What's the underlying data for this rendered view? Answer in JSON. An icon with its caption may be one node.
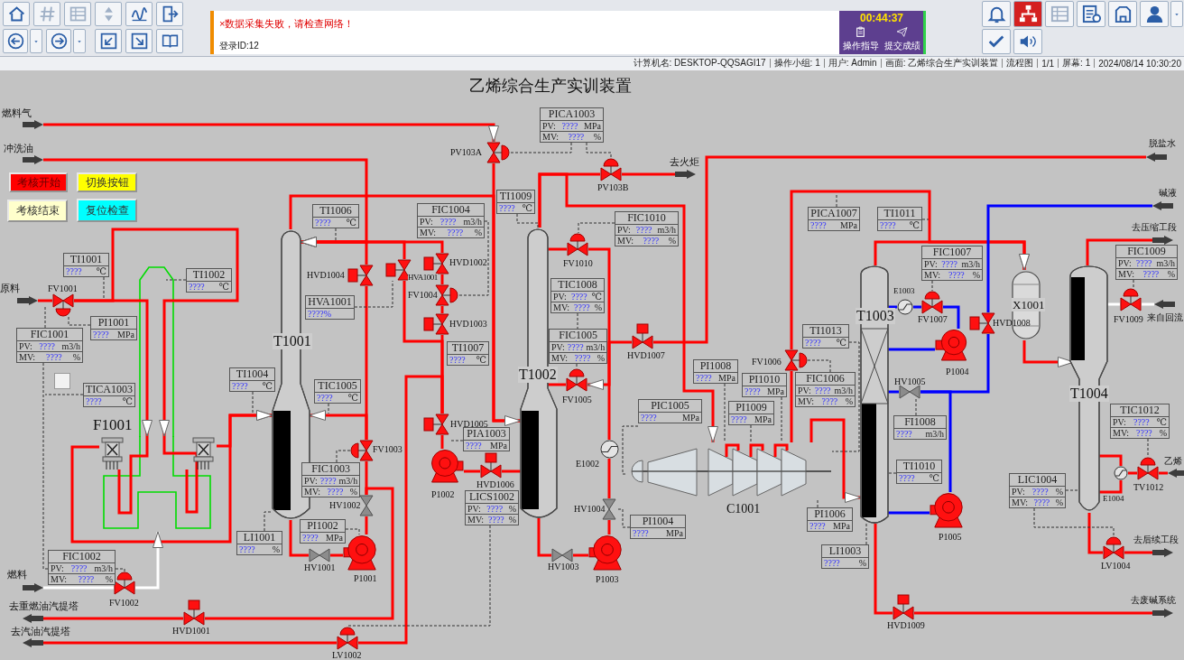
{
  "diagram": {
    "title": "乙烯综合生产实训装置",
    "nodes": [
      {
        "text": [
          "考核开始"
        ]
      },
      {
        "text": [
          "切换按钮"
        ]
      },
      {
        "text": [
          "考核结束"
        ]
      },
      {
        "text": [
          "复位检查"
        ]
      },
      {
        "text": [],
        "shape": "arrow",
        "beside": [
          "燃料气"
        ]
      },
      {
        "text": [],
        "shape": "arrow",
        "beside": [
          "冲洗油"
        ]
      },
      {
        "text": [],
        "shape": "arrow",
        "beside": [
          "原料"
        ]
      },
      {
        "text": [],
        "shape": "arrow",
        "beside": [
          "燃料"
        ]
      },
      {
        "text": [],
        "shape": "arrow",
        "beside": [
          "去重燃油汽提塔"
        ]
      },
      {
        "text": [],
        "shape": "arrow",
        "beside": [
          "去汽油汽提塔"
        ]
      },
      {
        "text": [],
        "shape": "arrow",
        "beside": [
          "去火炬"
        ]
      },
      {
        "text": [],
        "shape": "arrow",
        "beside": [
          "脱盐水"
        ]
      },
      {
        "text": [],
        "shape": "arrow",
        "beside": [
          "碱液"
        ]
      },
      {
        "text": [],
        "shape": "arrow",
        "beside": [
          "去压缩工段"
        ]
      },
      {
        "text": [],
        "shape": "arrow",
        "beside": [
          "来自回流"
        ]
      },
      {
        "text": [],
        "shape": "arrow",
        "beside": [
          "乙烯"
        ]
      },
      {
        "text": [],
        "shape": "arrow",
        "beside": [
          "去后续工段"
        ]
      },
      {
        "text": [],
        "shape": "arrow",
        "beside": [
          "去废碱系统"
        ]
      },
      {
        "text": [],
        "shape": "furnace",
        "beside": [
          "F1001"
        ]
      },
      {
        "text": [
          "T1001"
        ]
      },
      {
        "text": [
          "T1002"
        ]
      },
      {
        "text": [],
        "shape": "compressor",
        "beside": [
          "C1001"
        ]
      },
      {
        "text": [
          "T1003"
        ]
      },
      {
        "text": [
          "X1001"
        ]
      },
      {
        "text": [
          "T1004"
        ]
      },
      {
        "text": [],
        "shape": "pump",
        "beside": [
          "P1001"
        ]
      },
      {
        "text": [],
        "shape": "pump",
        "beside": [
          "P1002"
        ]
      },
      {
        "text": [],
        "shape": "pump",
        "beside": [
          "P1003"
        ]
      },
      {
        "text": [],
        "shape": "pump",
        "beside": [
          "P1004"
        ]
      },
      {
        "text": [],
        "shape": "pump",
        "beside": [
          "P1005"
        ]
      },
      {
        "text": [],
        "shape": "exchanger",
        "beside": [
          "E1002"
        ]
      },
      {
        "text": [],
        "shape": "exchanger",
        "beside": [
          "E1003"
        ]
      },
      {
        "text": [],
        "shape": "exchanger"
      },
      {
        "text": [],
        "shape": "valve",
        "beside": [
          "FV1001"
        ]
      },
      {
        "text": [],
        "shape": "valve",
        "beside": [
          "FV1002"
        ]
      },
      {
        "text": [],
        "shape": "valve",
        "beside": [
          "HVD1001"
        ]
      },
      {
        "text": [],
        "shape": "valve",
        "beside": [
          "LV1002"
        ]
      },
      {
        "text": [],
        "shape": "valve",
        "beside": [
          "HVD1004"
        ]
      },
      {
        "text": [],
        "shape": "valve",
        "beside": [
          "FV1003"
        ]
      },
      {
        "text": [],
        "shape": "valve",
        "beside": [
          "HV1002"
        ]
      },
      {
        "text": [],
        "shape": "valve",
        "beside": [
          "HV1001"
        ]
      },
      {
        "text": [],
        "shape": "valve",
        "beside": [
          "HVA1001"
        ]
      },
      {
        "text": [],
        "shape": "valve",
        "beside": [
          "HVD1002"
        ]
      },
      {
        "text": [],
        "shape": "valve",
        "beside": [
          "FV1004"
        ]
      },
      {
        "text": [],
        "shape": "valve",
        "beside": [
          "HVD1003"
        ]
      },
      {
        "text": [],
        "shape": "valve",
        "beside": [
          "HVD1005"
        ]
      },
      {
        "text": [],
        "shape": "valve",
        "beside": [
          "HVD1006"
        ]
      },
      {
        "text": [],
        "shape": "valve",
        "beside": [
          "PV103A"
        ]
      },
      {
        "text": [],
        "shape": "valve",
        "beside": [
          "PV103B"
        ]
      },
      {
        "text": [],
        "shape": "valve",
        "beside": [
          "FV1010"
        ]
      },
      {
        "text": [],
        "shape": "valve",
        "beside": [
          "FV1005"
        ]
      },
      {
        "text": [],
        "shape": "valve",
        "beside": [
          "HVD1007"
        ]
      },
      {
        "text": [],
        "shape": "valve",
        "beside": [
          "HV1004"
        ]
      },
      {
        "text": [],
        "shape": "valve",
        "beside": [
          "HV1003"
        ]
      },
      {
        "text": [],
        "shape": "valve",
        "beside": [
          "FV1006"
        ]
      },
      {
        "text": [],
        "shape": "valve",
        "beside": [
          "FV1007"
        ]
      },
      {
        "text": [],
        "shape": "valve",
        "beside": [
          "HVD1008"
        ]
      },
      {
        "text": [],
        "shape": "valve",
        "beside": [
          "HV1005"
        ]
      },
      {
        "text": [],
        "shape": "valve",
        "beside": [
          "FV1009"
        ]
      },
      {
        "text": [],
        "shape": "valve",
        "beside": [
          "TV1012"
        ]
      },
      {
        "text": [],
        "shape": "valve",
        "beside": [
          "LV1004"
        ]
      },
      {
        "text": [],
        "shape": "valve",
        "beside": [
          "HVD1009"
        ]
      },
      {
        "text": [
          "TI1001",
          "????",
          "℃"
        ]
      },
      {
        "text": [
          "TI1002",
          "????",
          "℃"
        ]
      },
      {
        "text": [
          "FIC1001",
          "PV:",
          "????",
          "m3/h",
          "MV:",
          "????",
          "%"
        ]
      },
      {
        "text": [
          "PI1001",
          "????",
          "MPa"
        ]
      },
      {
        "text": [
          "TICA1003",
          "????",
          "℃"
        ]
      },
      {
        "text": [
          "FIC1002",
          "PV:",
          "????",
          "m3/h",
          "MV:",
          "????",
          "%"
        ]
      },
      {
        "text": [
          "TI1006",
          "????",
          "℃"
        ]
      },
      {
        "text": [
          "HVA1001",
          "????%"
        ]
      },
      {
        "text": [
          "FIC1004",
          "PV:",
          "????",
          "m3/h",
          "MV:",
          "????",
          "%"
        ]
      },
      {
        "text": [
          "TI1004",
          "????",
          "℃"
        ]
      },
      {
        "text": [
          "TIC1005",
          "????",
          "℃"
        ]
      },
      {
        "text": [
          "FIC1003",
          "PV:",
          "????",
          "m3/h",
          "MV:",
          "????",
          "%"
        ]
      },
      {
        "text": [
          "PI1002",
          "????",
          "MPa"
        ]
      },
      {
        "text": [
          "LI1001",
          "????",
          "%"
        ]
      },
      {
        "text": [
          "TI1007",
          "????",
          "℃"
        ]
      },
      {
        "text": [
          "PIA1003",
          "????",
          "MPa"
        ]
      },
      {
        "text": [
          "LICS1002",
          "PV:",
          "????",
          "%",
          "MV:",
          "????",
          "%"
        ]
      },
      {
        "text": [
          "PICA1003",
          "PV:",
          "????",
          "MPa",
          "MV:",
          "????",
          "%"
        ]
      },
      {
        "text": [
          "TI1009",
          "????",
          "℃"
        ]
      },
      {
        "text": [
          "FIC1010",
          "PV:",
          "????",
          "m3/h",
          "MV:",
          "????",
          "%"
        ]
      },
      {
        "text": [
          "TIC1008",
          "PV:",
          "????",
          "℃",
          "MV:",
          "????",
          "%"
        ]
      },
      {
        "text": [
          "FIC1005",
          "PV:",
          "????",
          "m3/h",
          "MV:",
          "????",
          "%"
        ]
      },
      {
        "text": [
          "PI1008",
          "????",
          "MPa"
        ]
      },
      {
        "text": [
          "PI1010",
          "????",
          "MPa"
        ]
      },
      {
        "text": [
          "PIC1005",
          "????",
          "MPa"
        ]
      },
      {
        "text": [
          "PI1009",
          "????",
          "MPa"
        ]
      },
      {
        "text": [
          "PI1004",
          "????",
          "MPa"
        ]
      },
      {
        "text": [
          "PICA1007",
          "????",
          "MPa"
        ]
      },
      {
        "text": [
          "TI1011",
          "????",
          "℃"
        ]
      },
      {
        "text": [
          "FIC1007",
          "PV:",
          "????",
          "m3/h",
          "MV:",
          "????",
          "%"
        ]
      },
      {
        "text": [
          "TI1013",
          "????",
          "℃"
        ]
      },
      {
        "text": [
          "FIC1006",
          "PV:",
          "????",
          "m3/h",
          "MV:",
          "????",
          "%"
        ]
      },
      {
        "text": [
          "FI1008",
          "????",
          "m3/h"
        ]
      },
      {
        "text": [
          "TI1010",
          "????",
          "℃"
        ]
      },
      {
        "text": [
          "PI1006",
          "????",
          "MPa"
        ]
      },
      {
        "text": [
          "LI1003",
          "????",
          "%"
        ]
      },
      {
        "text": [
          "FIC1009",
          "PV:",
          "????",
          "m3/h",
          "MV:",
          "????",
          "%"
        ]
      },
      {
        "text": [
          "TIC1012",
          "PV:",
          "????",
          "℃",
          "MV:",
          "????",
          "%"
        ]
      },
      {
        "text": [
          "LIC1004",
          "PV:",
          "????",
          "%",
          "MV:",
          "????",
          "%"
        ]
      }
    ],
    "edges": [
      {
        "from": 4,
        "to": 47,
        "arrow": "to"
      },
      {
        "from": 47,
        "to": 20,
        "arrow": "none"
      },
      {
        "from": 19,
        "to": 20,
        "arrow": "to"
      },
      {
        "from": 5,
        "to": 19,
        "arrow": "to"
      },
      {
        "from": 37,
        "to": 19,
        "arrow": "to"
      },
      {
        "from": 38,
        "to": 37,
        "arrow": "none"
      },
      {
        "from": 38,
        "to": 19,
        "arrow": "to"
      },
      {
        "from": 39,
        "to": 38,
        "arrow": "none"
      },
      {
        "from": 25,
        "to": 39,
        "arrow": "none"
      },
      {
        "from": 19,
        "to": 40,
        "arrow": "none"
      },
      {
        "from": 40,
        "to": 25,
        "arrow": "none"
      },
      {
        "from": 39,
        "to": 35,
        "arrow": "none"
      },
      {
        "from": 35,
        "to": 8,
        "arrow": "none"
      },
      {
        "from": 36,
        "to": 9,
        "arrow": "none"
      },
      {
        "from": 45,
        "to": 36,
        "arrow": "none"
      },
      {
        "from": 26,
        "to": 45,
        "arrow": "none"
      },
      {
        "from": 45,
        "to": 44,
        "arrow": "none"
      },
      {
        "from": 44,
        "to": 43,
        "arrow": "none"
      },
      {
        "from": 43,
        "to": 42,
        "arrow": "none"
      },
      {
        "from": 42,
        "to": 19,
        "arrow": "to"
      },
      {
        "from": 45,
        "to": 41,
        "arrow": "none"
      },
      {
        "from": 41,
        "to": 19,
        "arrow": "to"
      },
      {
        "from": 20,
        "to": 46,
        "arrow": "none"
      },
      {
        "from": 46,
        "to": 26,
        "arrow": "none"
      },
      {
        "from": 20,
        "to": 48,
        "arrow": "none"
      },
      {
        "from": 48,
        "to": 10,
        "arrow": "none"
      },
      {
        "from": 20,
        "to": 21,
        "arrow": "to"
      },
      {
        "from": 11,
        "to": 51,
        "arrow": "none"
      },
      {
        "from": 51,
        "to": 50,
        "arrow": "to"
      },
      {
        "from": 50,
        "to": 20,
        "arrow": "none"
      },
      {
        "from": 30,
        "to": 49,
        "arrow": "none"
      },
      {
        "from": 49,
        "to": 20,
        "arrow": "none"
      },
      {
        "from": 52,
        "to": 30,
        "arrow": "none"
      },
      {
        "from": 27,
        "to": 52,
        "arrow": "none"
      },
      {
        "from": 20,
        "to": 53,
        "arrow": "none"
      },
      {
        "from": 53,
        "to": 27,
        "arrow": "none"
      },
      {
        "from": 6,
        "to": 33,
        "arrow": "none"
      },
      {
        "from": 33,
        "to": 18,
        "arrow": "to"
      },
      {
        "from": 33,
        "to": 18,
        "arrow": "to"
      },
      {
        "from": 18,
        "to": 19,
        "arrow": "to"
      },
      {
        "from": 18,
        "to": 19,
        "arrow": "to"
      },
      {
        "from": 7,
        "to": 34,
        "arrow": "none",
        "color": "#ffffff"
      },
      {
        "from": 34,
        "to": 18,
        "arrow": "to",
        "color": "#ffffff"
      },
      {
        "from": 21,
        "to": 54,
        "arrow": "none"
      },
      {
        "from": 54,
        "to": 23,
        "arrow": "to"
      },
      {
        "from": 22,
        "to": 23,
        "arrow": "to"
      },
      {
        "from": 21,
        "to": 22,
        "arrow": "to"
      },
      {
        "from": 23,
        "to": 24,
        "arrow": "to"
      },
      {
        "from": 24,
        "to": 13,
        "arrow": "none"
      },
      {
        "from": 14,
        "to": 58,
        "arrow": "none",
        "color": "#ffffff"
      },
      {
        "from": 58,
        "to": 24,
        "arrow": "none",
        "color": "#ffffff"
      },
      {
        "from": 24,
        "to": 60,
        "arrow": "none"
      },
      {
        "from": 60,
        "to": 16,
        "arrow": "none"
      },
      {
        "from": 24,
        "to": 32,
        "arrow": "none"
      },
      {
        "from": 32,
        "to": 24,
        "arrow": "none"
      },
      {
        "from": 15,
        "to": 59,
        "arrow": "none"
      },
      {
        "from": 59,
        "to": 32,
        "arrow": "none"
      },
      {
        "from": 22,
        "to": 61,
        "arrow": "none"
      },
      {
        "from": 61,
        "to": 17,
        "arrow": "none"
      },
      {
        "from": 12,
        "to": 56,
        "arrow": "none",
        "color": "#0000ff"
      },
      {
        "from": 56,
        "to": 57,
        "arrow": "none",
        "color": "#0000ff"
      },
      {
        "from": 57,
        "to": 22,
        "arrow": "none",
        "color": "#0000ff"
      },
      {
        "from": 29,
        "to": 57,
        "arrow": "none",
        "color": "#0000ff"
      },
      {
        "from": 22,
        "to": 29,
        "arrow": "none",
        "color": "#0000ff"
      },
      {
        "from": 22,
        "to": 28,
        "arrow": "none",
        "color": "#0000ff"
      },
      {
        "from": 28,
        "to": 55,
        "arrow": "none",
        "color": "#0000ff"
      },
      {
        "from": 55,
        "to": 31,
        "arrow": "none",
        "color": "#0000ff"
      },
      {
        "from": 31,
        "to": 22,
        "arrow": "none",
        "color": "#0000ff"
      },
      {
        "from": 62,
        "to": null,
        "arrow": "none",
        "style": "dashed",
        "color": "#303030"
      },
      {
        "from": 63,
        "to": null,
        "arrow": "none",
        "style": "dashed",
        "color": "#303030"
      },
      {
        "from": 64,
        "to": 6,
        "arrow": "none",
        "style": "dashed",
        "color": "#303030"
      },
      {
        "from": 65,
        "to": 33,
        "arrow": "none",
        "style": "dashed",
        "color": "#303030"
      },
      {
        "from": 66,
        "to": null,
        "arrow": "none",
        "style": "dashed",
        "color": "#303030"
      },
      {
        "from": 64,
        "to": 67,
        "arrow": "none",
        "style": "dashed",
        "color": "#303030"
      },
      {
        "from": 67,
        "to": 34,
        "arrow": "none",
        "style": "dashed",
        "color": "#303030"
      },
      {
        "from": 68,
        "to": null,
        "arrow": "none",
        "style": "dashed",
        "color": "#303030"
      },
      {
        "from": 69,
        "to": 41,
        "arrow": "none",
        "style": "dashed",
        "color": "#303030"
      },
      {
        "from": 70,
        "to": 43,
        "arrow": "none",
        "style": "dashed",
        "color": "#303030"
      },
      {
        "from": 71,
        "to": null,
        "arrow": "none",
        "style": "dashed",
        "color": "#303030"
      },
      {
        "from": 72,
        "to": null,
        "arrow": "none",
        "style": "dashed",
        "color": "#303030"
      },
      {
        "from": 73,
        "to": 38,
        "arrow": "none",
        "style": "dashed",
        "color": "#303030"
      },
      {
        "from": 74,
        "to": 25,
        "arrow": "none",
        "style": "dashed",
        "color": "#303030"
      },
      {
        "from": 75,
        "to": 19,
        "arrow": "none",
        "style": "dashed",
        "color": "#303030"
      },
      {
        "from": 77,
        "to": 45,
        "arrow": "none",
        "style": "dashed",
        "color": "#303030"
      },
      {
        "from": 78,
        "to": 36,
        "arrow": "none",
        "style": "dashed",
        "color": "#303030"
      },
      {
        "from": 79,
        "to": 47,
        "arrow": "none",
        "style": "dashed",
        "color": "#303030"
      },
      {
        "from": 79,
        "to": 48,
        "arrow": "none",
        "style": "dashed",
        "color": "#303030"
      },
      {
        "from": 80,
        "to": 20,
        "arrow": "none",
        "style": "dashed",
        "color": "#303030"
      },
      {
        "from": 81,
        "to": 49,
        "arrow": "none",
        "style": "dashed",
        "color": "#303030"
      },
      {
        "from": 82,
        "to": 83,
        "arrow": "none",
        "style": "dashed",
        "color": "#303030"
      },
      {
        "from": 83,
        "to": 50,
        "arrow": "none",
        "style": "dashed",
        "color": "#303030"
      },
      {
        "from": 84,
        "to": 21,
        "arrow": "none",
        "style": "dashed",
        "color": "#303030"
      },
      {
        "from": 85,
        "to": 21,
        "arrow": "none",
        "style": "dashed",
        "color": "#303030"
      },
      {
        "from": 86,
        "to": 21,
        "arrow": "none",
        "style": "dashed",
        "color": "#303030"
      },
      {
        "from": 87,
        "to": 21,
        "arrow": "none",
        "style": "dashed",
        "color": "#303030"
      },
      {
        "from": 88,
        "to": 52,
        "arrow": "none",
        "style": "dashed",
        "color": "#303030"
      },
      {
        "from": 89,
        "to": null,
        "arrow": "none",
        "style": "dashed",
        "color": "#303030"
      },
      {
        "from": 90,
        "to": null,
        "arrow": "none",
        "style": "dashed",
        "color": "#303030"
      },
      {
        "from": 91,
        "to": 55,
        "arrow": "none",
        "style": "dashed",
        "color": "#303030"
      },
      {
        "from": 92,
        "to": 21,
        "arrow": "none",
        "style": "dashed",
        "color": "#303030"
      },
      {
        "from": 93,
        "to": 54,
        "arrow": "none",
        "style": "dashed",
        "color": "#303030"
      },
      {
        "from": 94,
        "to": 57,
        "arrow": "none",
        "style": "dashed",
        "color": "#303030"
      },
      {
        "from": 95,
        "to": 22,
        "arrow": "none",
        "style": "dashed",
        "color": "#303030"
      },
      {
        "from": 96,
        "to": 21,
        "arrow": "none",
        "style": "dashed",
        "color": "#303030"
      },
      {
        "from": 97,
        "to": 22,
        "arrow": "none",
        "style": "dashed",
        "color": "#303030"
      },
      {
        "from": 98,
        "to": 58,
        "arrow": "none",
        "style": "dashed",
        "color": "#303030"
      },
      {
        "from": 99,
        "to": 59,
        "arrow": "none",
        "style": "dashed",
        "color": "#303030"
      },
      {
        "from": 100,
        "to": 60,
        "arrow": "none",
        "style": "dashed",
        "color": "#303030"
      },
      {
        "from": 100,
        "to": 24,
        "arrow": "none",
        "style": "dashed",
        "color": "#303030"
      }
    ],
    "labels": [
      "×数据采集失败，请检查网络！",
      "登录ID:12",
      "00:44:37",
      "操作指导",
      "提交成绩",
      "计算机名: DESKTOP-QQSAGI17",
      "操作小组: 1",
      "用户: Admin",
      "画面: 乙烯综合生产实训装置",
      "流程图",
      "1/1",
      "屏幕: 1",
      "2024/08/14 10:30:20",
      "E1004"
    ]
  }
}
